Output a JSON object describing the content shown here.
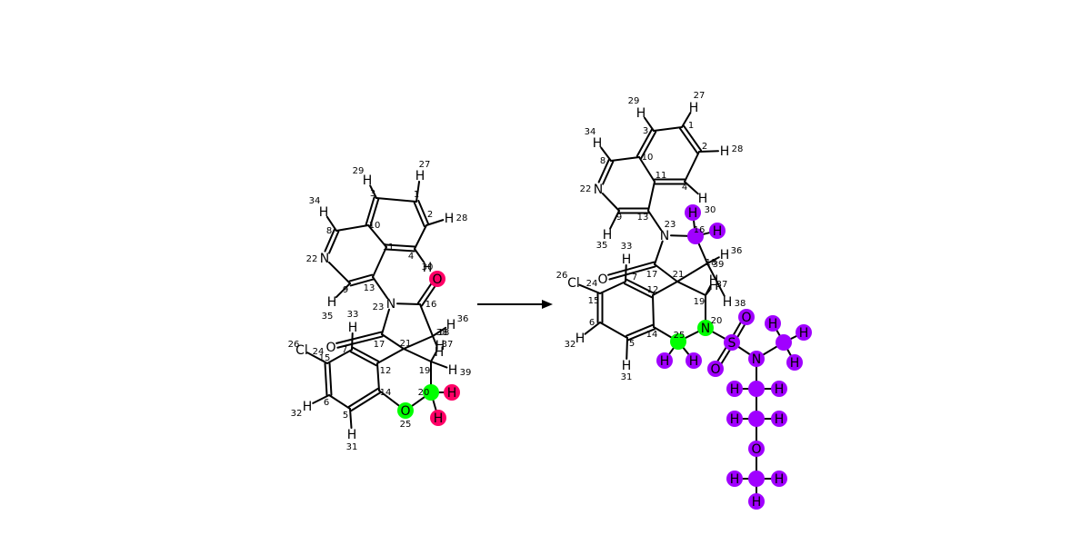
{
  "colors": {
    "highlight_green": "#00ff00",
    "highlight_red": "#ff0066",
    "highlight_purple": "#a000ff",
    "bond": "#000000"
  },
  "reaction_arrow": "right-arrow",
  "reactant": {
    "atoms": [
      {
        "id": "c1",
        "label": "",
        "idx": "1",
        "hl": ""
      },
      {
        "id": "c2",
        "label": "",
        "idx": "2",
        "hl": ""
      },
      {
        "id": "c3",
        "label": "",
        "idx": "3",
        "hl": ""
      },
      {
        "id": "c4",
        "label": "",
        "idx": "4",
        "hl": ""
      },
      {
        "id": "c5",
        "label": "",
        "idx": "5",
        "hl": ""
      },
      {
        "id": "c6",
        "label": "",
        "idx": "6",
        "hl": ""
      },
      {
        "id": "c7",
        "label": "",
        "idx": "7",
        "hl": ""
      },
      {
        "id": "c8",
        "label": "",
        "idx": "8",
        "hl": ""
      },
      {
        "id": "c9",
        "label": "",
        "idx": "9",
        "hl": ""
      },
      {
        "id": "c10",
        "label": "",
        "idx": "10",
        "hl": ""
      },
      {
        "id": "c11",
        "label": "",
        "idx": "11",
        "hl": ""
      },
      {
        "id": "c12",
        "label": "",
        "idx": "12",
        "hl": ""
      },
      {
        "id": "c13",
        "label": "",
        "idx": "13",
        "hl": ""
      },
      {
        "id": "c14",
        "label": "",
        "idx": "14",
        "hl": ""
      },
      {
        "id": "c15",
        "label": "",
        "idx": "15",
        "hl": ""
      },
      {
        "id": "c16",
        "label": "",
        "idx": "16",
        "hl": ""
      },
      {
        "id": "c17",
        "label": "",
        "idx": "17",
        "hl": ""
      },
      {
        "id": "c18",
        "label": "",
        "idx": "18",
        "hl": ""
      },
      {
        "id": "c19",
        "label": "",
        "idx": "19",
        "hl": ""
      },
      {
        "id": "c20",
        "label": "",
        "idx": "20",
        "hl": "green"
      },
      {
        "id": "c21",
        "label": "",
        "idx": "21",
        "hl": ""
      },
      {
        "id": "n22",
        "label": "N",
        "idx": "22",
        "hl": ""
      },
      {
        "id": "n23",
        "label": "N",
        "idx": "23",
        "hl": ""
      },
      {
        "id": "cl24",
        "label": "Cl",
        "idx": "24",
        "hl": ""
      },
      {
        "id": "o25",
        "label": "O",
        "idx": "25",
        "hl": "green"
      },
      {
        "id": "o16",
        "label": "O",
        "idx": "",
        "hl": "red"
      },
      {
        "id": "o17",
        "label": "O",
        "idx": "",
        "hl": ""
      },
      {
        "id": "h26",
        "label": "",
        "idx": "26",
        "hl": ""
      },
      {
        "id": "h27",
        "label": "H",
        "idx": "27",
        "hl": ""
      },
      {
        "id": "h28",
        "label": "H",
        "idx": "28",
        "hl": ""
      },
      {
        "id": "h29",
        "label": "H",
        "idx": "29",
        "hl": ""
      },
      {
        "id": "h30",
        "label": "H",
        "idx": "30",
        "hl": ""
      },
      {
        "id": "h31",
        "label": "H",
        "idx": "31",
        "hl": ""
      },
      {
        "id": "h32",
        "label": "H",
        "idx": "32",
        "hl": ""
      },
      {
        "id": "h33",
        "label": "H",
        "idx": "33",
        "hl": ""
      },
      {
        "id": "h34",
        "label": "H",
        "idx": "34",
        "hl": ""
      },
      {
        "id": "h35",
        "label": "H",
        "idx": "35",
        "hl": ""
      },
      {
        "id": "h36",
        "label": "H",
        "idx": "36",
        "hl": ""
      },
      {
        "id": "h37",
        "label": "H",
        "idx": "37",
        "hl": ""
      },
      {
        "id": "h38",
        "label": "H",
        "idx": "38",
        "hl": ""
      },
      {
        "id": "h39",
        "label": "H",
        "idx": "39",
        "hl": ""
      },
      {
        "id": "h20a",
        "label": "H",
        "idx": "",
        "hl": "red"
      },
      {
        "id": "h20b",
        "label": "H",
        "idx": "",
        "hl": "red"
      }
    ],
    "bonds": [
      [
        "c1",
        "c2",
        2
      ],
      [
        "c2",
        "c4",
        1
      ],
      [
        "c4",
        "c11",
        2
      ],
      [
        "c11",
        "c10",
        1
      ],
      [
        "c10",
        "c3",
        2
      ],
      [
        "c3",
        "c1",
        1
      ],
      [
        "c10",
        "c8",
        1
      ],
      [
        "c8",
        "n22",
        2
      ],
      [
        "n22",
        "c9",
        1
      ],
      [
        "c9",
        "c13",
        2
      ],
      [
        "c13",
        "c11",
        1
      ],
      [
        "c13",
        "n23",
        1
      ],
      [
        "n23",
        "c16",
        1
      ],
      [
        "c16",
        "o16",
        2
      ],
      [
        "c16",
        "c18",
        1
      ],
      [
        "c18",
        "c21",
        1
      ],
      [
        "n23",
        "c17",
        1
      ],
      [
        "c17",
        "o17",
        2
      ],
      [
        "c17",
        "c21",
        1
      ],
      [
        "c21",
        "c12",
        1
      ],
      [
        "c21",
        "c19",
        1
      ],
      [
        "c19",
        "c20",
        1
      ],
      [
        "c20",
        "o25",
        1
      ],
      [
        "o25",
        "c14",
        1
      ],
      [
        "c12",
        "c7",
        2
      ],
      [
        "c7",
        "c15",
        1
      ],
      [
        "c15",
        "c6",
        2
      ],
      [
        "c6",
        "c5",
        1
      ],
      [
        "c5",
        "c14",
        2
      ],
      [
        "c14",
        "c12",
        1
      ],
      [
        "c15",
        "cl24",
        1
      ],
      [
        "c1",
        "h27",
        1
      ],
      [
        "c2",
        "h28",
        1
      ],
      [
        "c3",
        "h29",
        1
      ],
      [
        "c4",
        "h30",
        1
      ],
      [
        "c8",
        "h34",
        1
      ],
      [
        "c9",
        "h35",
        1
      ],
      [
        "c7",
        "h33",
        1
      ],
      [
        "c6",
        "h32",
        1
      ],
      [
        "c5",
        "h31",
        1
      ],
      [
        "c18",
        "h36",
        1
      ],
      [
        "c18",
        "h38",
        1
      ],
      [
        "c19",
        "h37",
        1
      ],
      [
        "c19",
        "h39",
        1
      ],
      [
        "c20",
        "h20a",
        1
      ],
      [
        "c20",
        "h20b",
        1
      ]
    ]
  },
  "product": {
    "atoms": [
      {
        "id": "c1",
        "label": "",
        "idx": "1",
        "hl": ""
      },
      {
        "id": "c2",
        "label": "",
        "idx": "2",
        "hl": ""
      },
      {
        "id": "c3",
        "label": "",
        "idx": "3",
        "hl": ""
      },
      {
        "id": "c4",
        "label": "",
        "idx": "4",
        "hl": ""
      },
      {
        "id": "c5",
        "label": "",
        "idx": "5",
        "hl": ""
      },
      {
        "id": "c6",
        "label": "",
        "idx": "6",
        "hl": ""
      },
      {
        "id": "c7",
        "label": "",
        "idx": "7",
        "hl": ""
      },
      {
        "id": "c8",
        "label": "",
        "idx": "8",
        "hl": ""
      },
      {
        "id": "c9",
        "label": "",
        "idx": "9",
        "hl": ""
      },
      {
        "id": "c10",
        "label": "",
        "idx": "10",
        "hl": ""
      },
      {
        "id": "c11",
        "label": "",
        "idx": "11",
        "hl": ""
      },
      {
        "id": "c12",
        "label": "",
        "idx": "12",
        "hl": ""
      },
      {
        "id": "c13",
        "label": "",
        "idx": "13",
        "hl": ""
      },
      {
        "id": "c14",
        "label": "",
        "idx": "14",
        "hl": ""
      },
      {
        "id": "c15",
        "label": "",
        "idx": "15",
        "hl": ""
      },
      {
        "id": "c16",
        "label": "",
        "idx": "16",
        "hl": "purple"
      },
      {
        "id": "c17",
        "label": "",
        "idx": "17",
        "hl": ""
      },
      {
        "id": "c18",
        "label": "",
        "idx": "18",
        "hl": ""
      },
      {
        "id": "c19",
        "label": "",
        "idx": "19",
        "hl": ""
      },
      {
        "id": "n20",
        "label": "N",
        "idx": "20",
        "hl": "green"
      },
      {
        "id": "c21",
        "label": "",
        "idx": "21",
        "hl": ""
      },
      {
        "id": "n22",
        "label": "N",
        "idx": "22",
        "hl": ""
      },
      {
        "id": "n23",
        "label": "N",
        "idx": "23",
        "hl": ""
      },
      {
        "id": "cl24",
        "label": "Cl",
        "idx": "24",
        "hl": ""
      },
      {
        "id": "c25",
        "label": "",
        "idx": "25",
        "hl": "green"
      },
      {
        "id": "o17",
        "label": "O",
        "idx": "",
        "hl": ""
      },
      {
        "id": "h26",
        "label": "",
        "idx": "26",
        "hl": ""
      },
      {
        "id": "h27",
        "label": "H",
        "idx": "27",
        "hl": ""
      },
      {
        "id": "h28",
        "label": "H",
        "idx": "28",
        "hl": ""
      },
      {
        "id": "h29",
        "label": "H",
        "idx": "29",
        "hl": ""
      },
      {
        "id": "h30",
        "label": "H",
        "idx": "30",
        "hl": ""
      },
      {
        "id": "h31",
        "label": "H",
        "idx": "31",
        "hl": ""
      },
      {
        "id": "h32",
        "label": "H",
        "idx": "32",
        "hl": ""
      },
      {
        "id": "h33",
        "label": "H",
        "idx": "33",
        "hl": ""
      },
      {
        "id": "h34",
        "label": "H",
        "idx": "34",
        "hl": ""
      },
      {
        "id": "h35",
        "label": "H",
        "idx": "35",
        "hl": ""
      },
      {
        "id": "h36",
        "label": "H",
        "idx": "36",
        "hl": ""
      },
      {
        "id": "h37",
        "label": "H",
        "idx": "37",
        "hl": ""
      },
      {
        "id": "h38",
        "label": "H",
        "idx": "38",
        "hl": ""
      },
      {
        "id": "h39",
        "label": "H",
        "idx": "39",
        "hl": ""
      },
      {
        "id": "h16a",
        "label": "H",
        "idx": "",
        "hl": "purple"
      },
      {
        "id": "h16b",
        "label": "H",
        "idx": "",
        "hl": "purple"
      },
      {
        "id": "h25a",
        "label": "H",
        "idx": "",
        "hl": "purple"
      },
      {
        "id": "h25b",
        "label": "H",
        "idx": "",
        "hl": "purple"
      },
      {
        "id": "s",
        "label": "S",
        "idx": "",
        "hl": "purple"
      },
      {
        "id": "so1",
        "label": "O",
        "idx": "",
        "hl": "purple"
      },
      {
        "id": "so2",
        "label": "O",
        "idx": "",
        "hl": "purple"
      },
      {
        "id": "ns",
        "label": "N",
        "idx": "",
        "hl": "purple"
      },
      {
        "id": "cm",
        "label": "",
        "idx": "",
        "hl": "purple"
      },
      {
        "id": "hm1",
        "label": "H",
        "idx": "",
        "hl": "purple"
      },
      {
        "id": "hm2",
        "label": "H",
        "idx": "",
        "hl": "purple"
      },
      {
        "id": "hm3",
        "label": "H",
        "idx": "",
        "hl": "purple"
      },
      {
        "id": "ca",
        "label": "",
        "idx": "",
        "hl": "purple"
      },
      {
        "id": "ha1",
        "label": "H",
        "idx": "",
        "hl": "purple"
      },
      {
        "id": "ha2",
        "label": "H",
        "idx": "",
        "hl": "purple"
      },
      {
        "id": "cb",
        "label": "",
        "idx": "",
        "hl": "purple"
      },
      {
        "id": "hb1",
        "label": "H",
        "idx": "",
        "hl": "purple"
      },
      {
        "id": "hb2",
        "label": "H",
        "idx": "",
        "hl": "purple"
      },
      {
        "id": "oe",
        "label": "O",
        "idx": "",
        "hl": "purple"
      },
      {
        "id": "cc",
        "label": "",
        "idx": "",
        "hl": "purple"
      },
      {
        "id": "hc1",
        "label": "H",
        "idx": "",
        "hl": "purple"
      },
      {
        "id": "hc2",
        "label": "H",
        "idx": "",
        "hl": "purple"
      },
      {
        "id": "hc3",
        "label": "H",
        "idx": "",
        "hl": "purple"
      }
    ],
    "bonds": [
      [
        "c1",
        "c2",
        2
      ],
      [
        "c2",
        "c4",
        1
      ],
      [
        "c4",
        "c11",
        2
      ],
      [
        "c11",
        "c10",
        1
      ],
      [
        "c10",
        "c3",
        2
      ],
      [
        "c3",
        "c1",
        1
      ],
      [
        "c10",
        "c8",
        1
      ],
      [
        "c8",
        "n22",
        2
      ],
      [
        "n22",
        "c9",
        1
      ],
      [
        "c9",
        "c13",
        2
      ],
      [
        "c13",
        "c11",
        1
      ],
      [
        "c13",
        "n23",
        1
      ],
      [
        "n23",
        "c16",
        1
      ],
      [
        "c16",
        "c18",
        1
      ],
      [
        "c18",
        "c21",
        1
      ],
      [
        "n23",
        "c17",
        1
      ],
      [
        "c17",
        "o17",
        2
      ],
      [
        "c17",
        "c21",
        1
      ],
      [
        "c21",
        "c12",
        1
      ],
      [
        "c21",
        "c19",
        1
      ],
      [
        "c19",
        "n20",
        1
      ],
      [
        "n20",
        "c25",
        1
      ],
      [
        "c25",
        "c14",
        1
      ],
      [
        "c12",
        "c7",
        2
      ],
      [
        "c7",
        "c15",
        1
      ],
      [
        "c15",
        "c6",
        2
      ],
      [
        "c6",
        "c5",
        1
      ],
      [
        "c5",
        "c14",
        2
      ],
      [
        "c14",
        "c12",
        1
      ],
      [
        "c15",
        "cl24",
        1
      ],
      [
        "c1",
        "h27",
        1
      ],
      [
        "c2",
        "h28",
        1
      ],
      [
        "c3",
        "h29",
        1
      ],
      [
        "c4",
        "h30",
        1
      ],
      [
        "c8",
        "h34",
        1
      ],
      [
        "c9",
        "h35",
        1
      ],
      [
        "c7",
        "h33",
        1
      ],
      [
        "c6",
        "h32",
        1
      ],
      [
        "c5",
        "h31",
        1
      ],
      [
        "c18",
        "h36",
        1
      ],
      [
        "c18",
        "h38",
        1
      ],
      [
        "c19",
        "h37",
        1
      ],
      [
        "c19",
        "h39",
        1
      ],
      [
        "c16",
        "h16a",
        1
      ],
      [
        "c16",
        "h16b",
        1
      ],
      [
        "c25",
        "h25a",
        1
      ],
      [
        "c25",
        "h25b",
        1
      ],
      [
        "n20",
        "s",
        1
      ],
      [
        "s",
        "so1",
        2
      ],
      [
        "s",
        "so2",
        2
      ],
      [
        "s",
        "ns",
        1
      ],
      [
        "ns",
        "cm",
        1
      ],
      [
        "cm",
        "hm1",
        1
      ],
      [
        "cm",
        "hm2",
        1
      ],
      [
        "cm",
        "hm3",
        1
      ],
      [
        "ns",
        "ca",
        1
      ],
      [
        "ca",
        "ha1",
        1
      ],
      [
        "ca",
        "ha2",
        1
      ],
      [
        "ca",
        "cb",
        1
      ],
      [
        "cb",
        "hb1",
        1
      ],
      [
        "cb",
        "hb2",
        1
      ],
      [
        "cb",
        "oe",
        1
      ],
      [
        "oe",
        "cc",
        1
      ],
      [
        "cc",
        "hc1",
        1
      ],
      [
        "cc",
        "hc2",
        1
      ],
      [
        "cc",
        "hc3",
        1
      ]
    ]
  }
}
